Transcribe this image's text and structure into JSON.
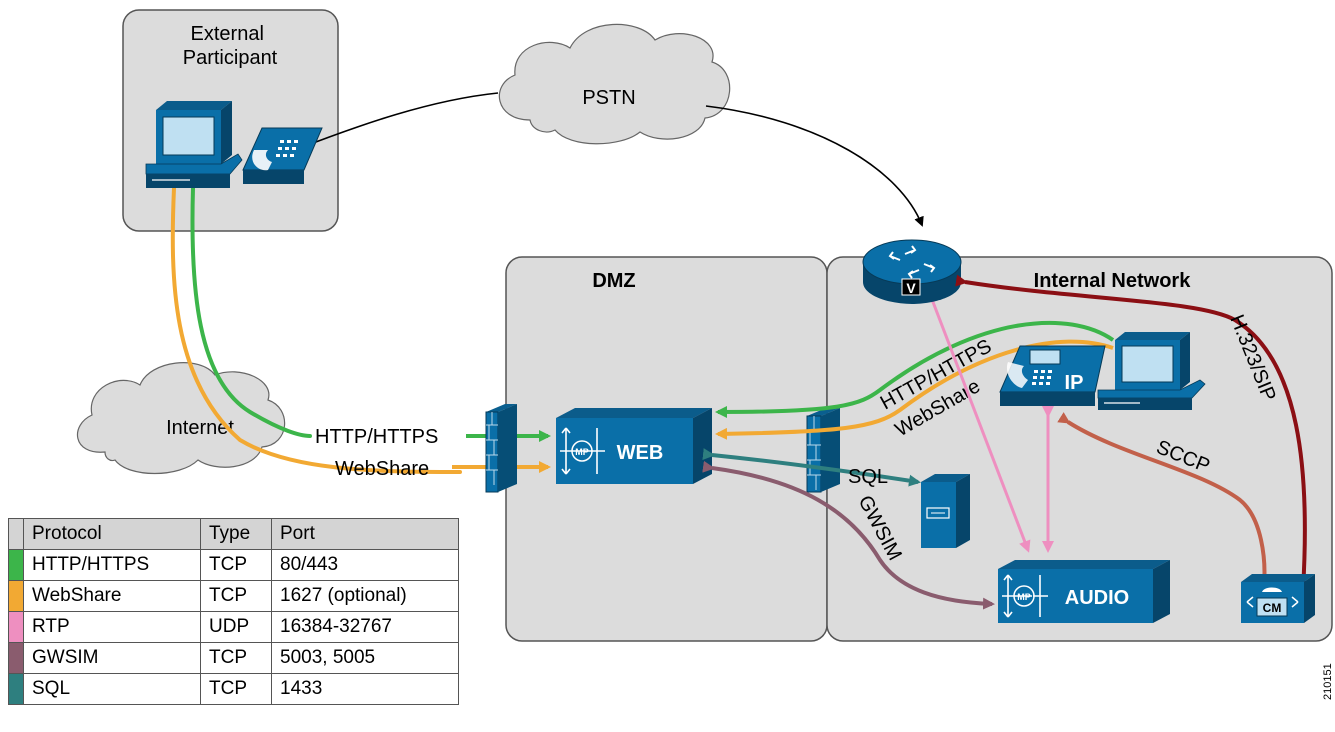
{
  "zones": {
    "external": "External\nParticipant",
    "dmz": "DMZ",
    "internal": "Internal Network"
  },
  "clouds": {
    "pstn": "PSTN",
    "internet": "Internet"
  },
  "devices": {
    "web": "WEB",
    "audio": "AUDIO",
    "mp": "MP",
    "ip": "IP",
    "cm": "CM",
    "router_v": "V"
  },
  "links": {
    "http": "HTTP/HTTPS",
    "webshare": "WebShare",
    "sql": "SQL",
    "gwsim": "GWSIM",
    "h323": "H.323/SIP",
    "sccp": "SCCP"
  },
  "colors": {
    "http": "#3cb54a",
    "webshare": "#f2a933",
    "rtp": "#ee8fc0",
    "gwsim": "#8a5c6e",
    "sql": "#2e7f7f",
    "h323": "#8b0f14",
    "sccp": "#c2604a",
    "device": "#0a6fa8"
  },
  "legend": {
    "headers": [
      "Protocol",
      "Type",
      "Port"
    ],
    "rows": [
      {
        "protocol": "HTTP/HTTPS",
        "type": "TCP",
        "port": "80/443",
        "color": "#3cb54a"
      },
      {
        "protocol": "WebShare",
        "type": "TCP",
        "port": "1627 (optional)",
        "color": "#f2a933"
      },
      {
        "protocol": "RTP",
        "type": "UDP",
        "port": "16384-32767",
        "color": "#ee8fc0"
      },
      {
        "protocol": "GWSIM",
        "type": "TCP",
        "port": "5003, 5005",
        "color": "#8a5c6e"
      },
      {
        "protocol": "SQL",
        "type": "TCP",
        "port": "1433",
        "color": "#2e7f7f"
      }
    ]
  },
  "figure_id": "210151"
}
